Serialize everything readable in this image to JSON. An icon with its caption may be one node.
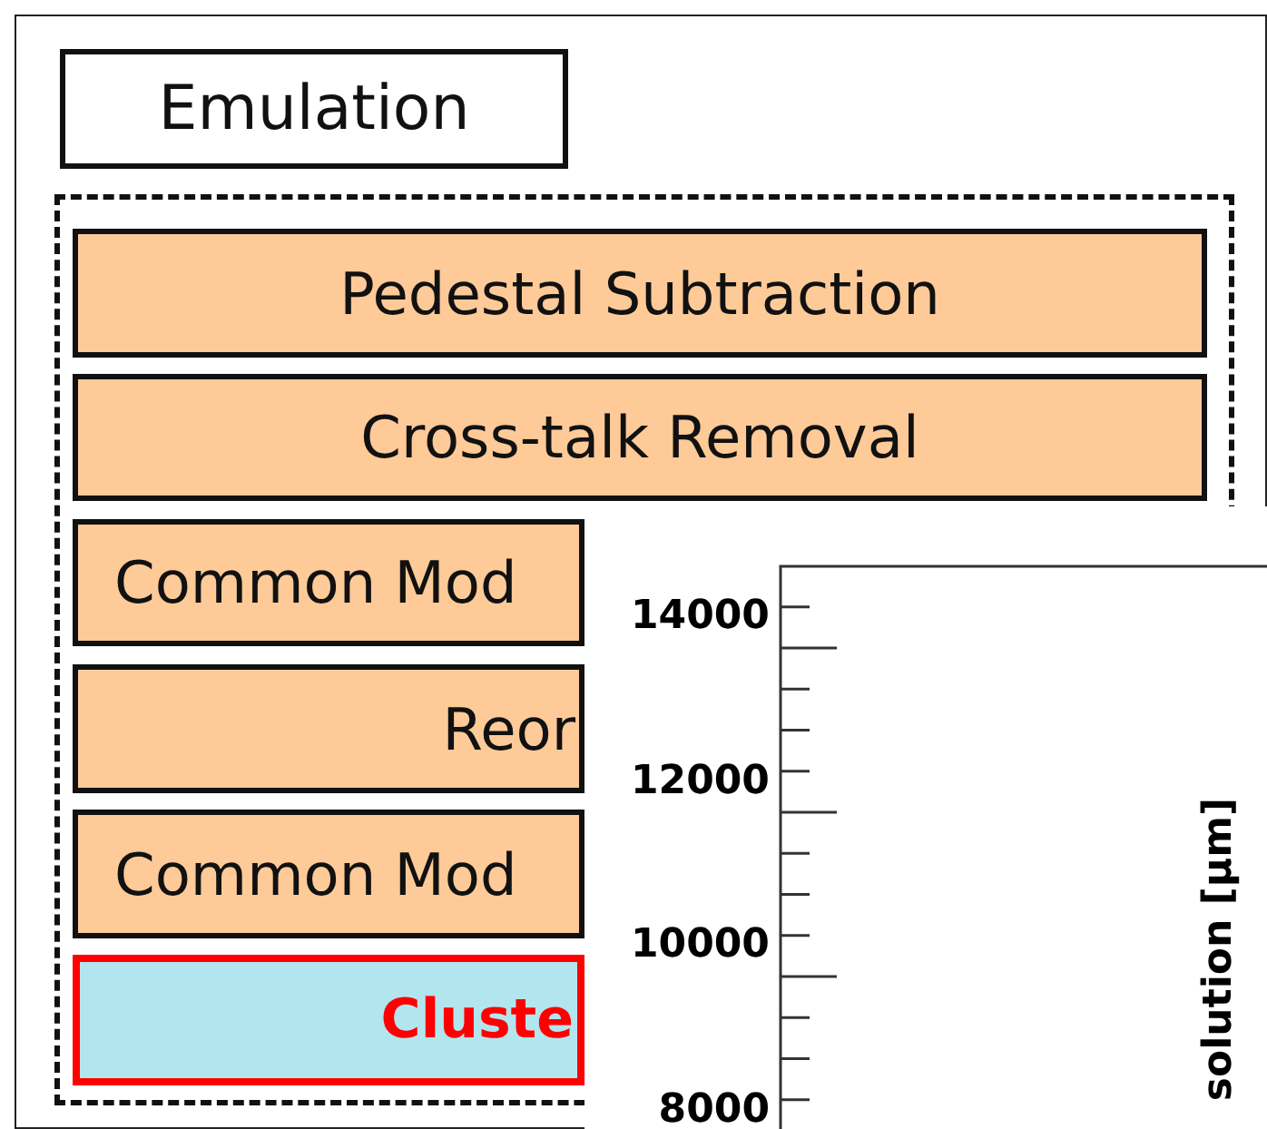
{
  "diagram": {
    "nodes": [
      {
        "text": [
          "Emulation"
        ]
      },
      {
        "text": [],
        "shape": "box"
      },
      {
        "text": [
          "Pedestal Subtraction"
        ],
        "in": 1
      },
      {
        "text": [
          "Cross-talk Removal"
        ],
        "in": 1
      },
      {
        "text": [
          "Common Mod"
        ],
        "in": 1
      },
      {
        "text": [
          "Reor"
        ],
        "in": 1
      },
      {
        "text": [
          "Common Mod"
        ],
        "in": 1
      },
      {
        "text": [
          "Cluste"
        ],
        "in": 1
      }
    ],
    "edges": [],
    "labels": [
      "14000",
      "12000",
      "10000",
      "8000",
      "solution [μm]"
    ]
  }
}
